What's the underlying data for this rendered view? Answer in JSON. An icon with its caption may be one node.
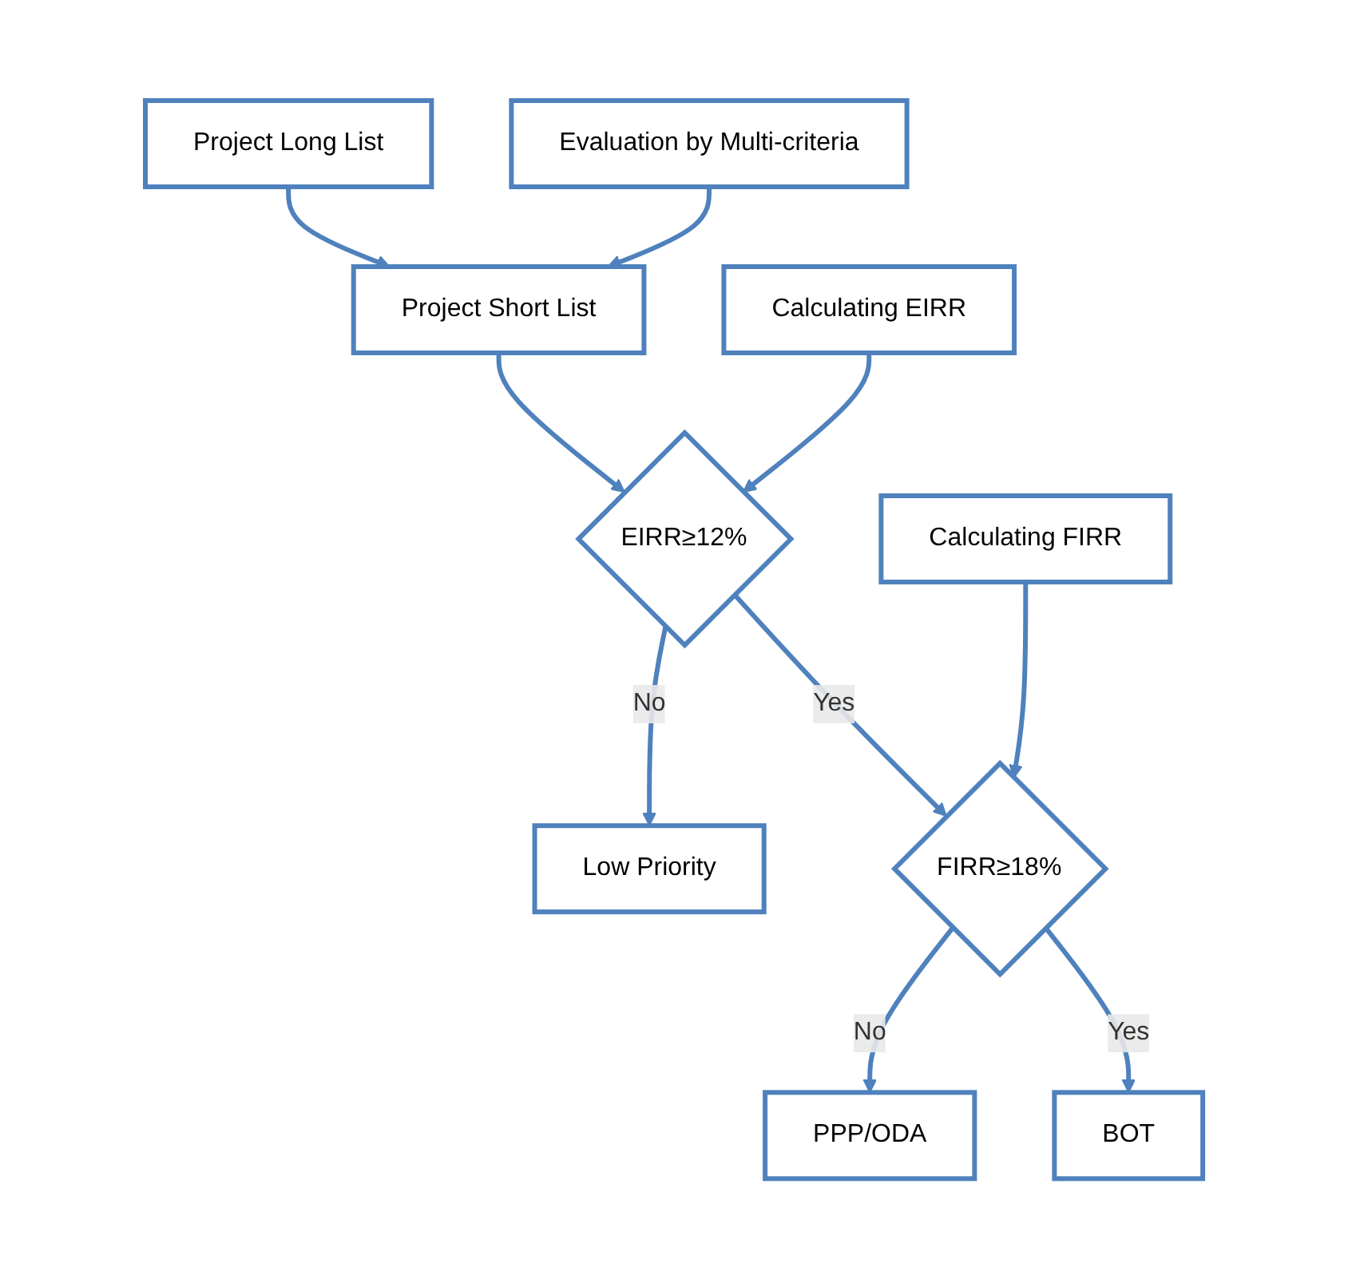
{
  "diagram": {
    "nodes": [
      {
        "text": [
          "Project Long List"
        ]
      },
      {
        "text": [
          "Evaluation by Multi-criteria"
        ]
      },
      {
        "text": [
          "Project Short List"
        ]
      },
      {
        "text": [
          "Calculating EIRR"
        ]
      },
      {
        "text": [
          "EIRR≥12%"
        ]
      },
      {
        "text": [
          "Low Priority"
        ]
      },
      {
        "text": [
          "Calculating FIRR"
        ]
      },
      {
        "text": [
          "FIRR≥18%"
        ]
      },
      {
        "text": [
          "PPP/ODA"
        ]
      },
      {
        "text": [
          "BOT"
        ]
      }
    ],
    "edges": [
      {
        "from": 0,
        "to": 2,
        "arrow": "to"
      },
      {
        "from": 1,
        "to": 2,
        "arrow": "to"
      },
      {
        "from": 2,
        "to": 4,
        "arrow": "to"
      },
      {
        "from": 3,
        "to": 4,
        "arrow": "to"
      },
      {
        "from": 4,
        "to": 5,
        "arrow": "to",
        "label": "No"
      },
      {
        "from": 4,
        "to": 7,
        "arrow": "to",
        "label": "Yes"
      },
      {
        "from": 6,
        "to": 7,
        "arrow": "to"
      },
      {
        "from": 7,
        "to": 8,
        "arrow": "to",
        "label": "No"
      },
      {
        "from": 7,
        "to": 9,
        "arrow": "to",
        "label": "Yes"
      }
    ]
  }
}
